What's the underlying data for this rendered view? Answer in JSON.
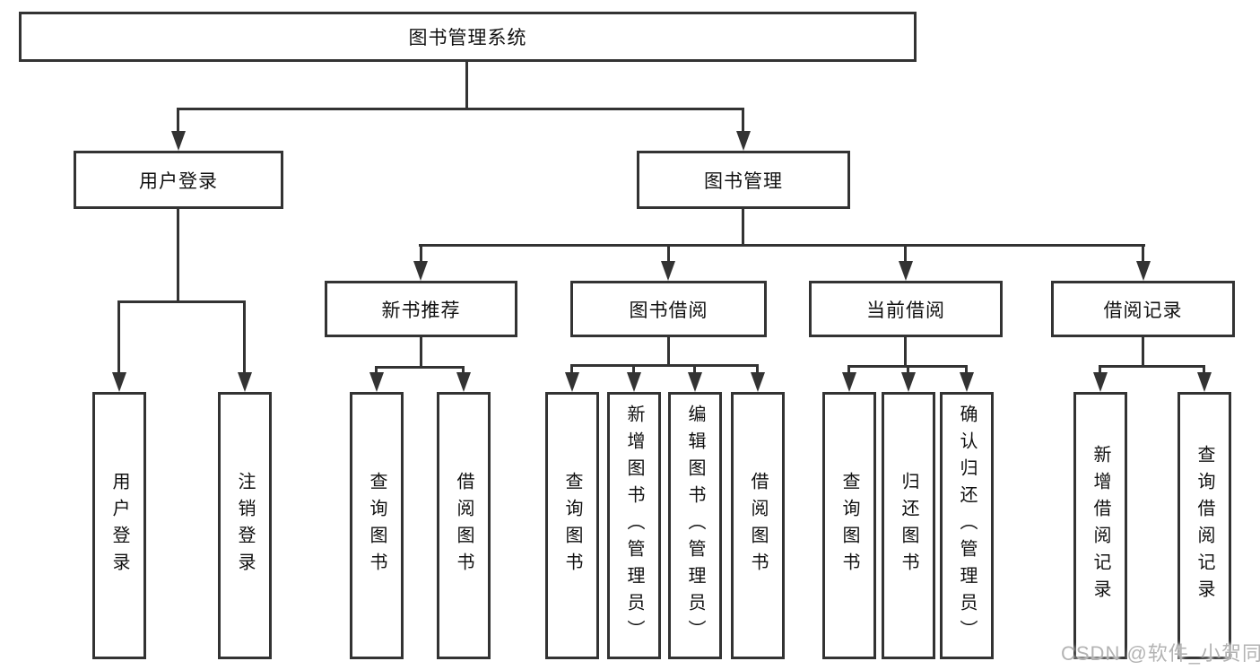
{
  "tree": {
    "root": {
      "label": "图书管理系统",
      "children": [
        {
          "label": "用户登录",
          "children": [
            {
              "label": "用户登录"
            },
            {
              "label": "注销登录"
            }
          ]
        },
        {
          "label": "图书管理",
          "children": [
            {
              "label": "新书推荐",
              "children": [
                {
                  "label": "查询图书"
                },
                {
                  "label": "借阅图书"
                }
              ]
            },
            {
              "label": "图书借阅",
              "children": [
                {
                  "label": "查询图书"
                },
                {
                  "label": "新增图书（管理员）"
                },
                {
                  "label": "编辑图书（管理员）"
                },
                {
                  "label": "借阅图书"
                }
              ]
            },
            {
              "label": "当前借阅",
              "children": [
                {
                  "label": "查询图书"
                },
                {
                  "label": "归还图书"
                },
                {
                  "label": "确认归还（管理员）"
                }
              ]
            },
            {
              "label": "借阅记录",
              "children": [
                {
                  "label": "新增借阅记录"
                },
                {
                  "label": "查询借阅记录"
                }
              ]
            }
          ]
        }
      ]
    }
  },
  "watermark": {
    "text": "CSDN @软件_小贺同学"
  },
  "colors": {
    "line": "#333333",
    "node_border": "#333333",
    "node_text": "#111111",
    "background": "#ffffff",
    "watermark": "#b3b3b3"
  }
}
